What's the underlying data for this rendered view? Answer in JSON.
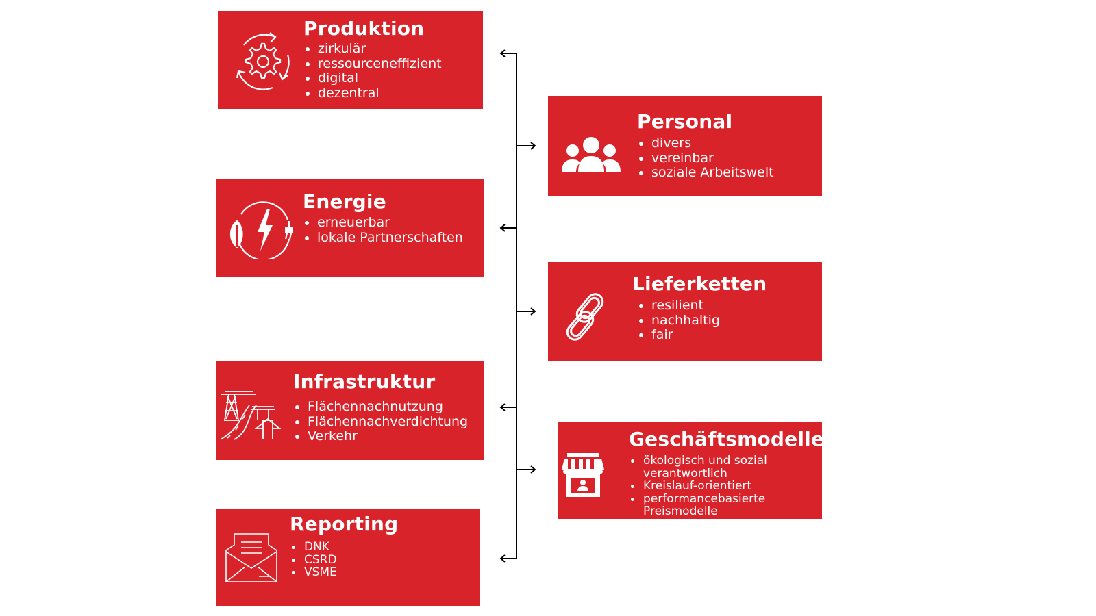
{
  "boxes": {
    "produktion": {
      "title": "Produktion",
      "icon": "circular-gear-icon",
      "items": [
        "zirkulär",
        "ressourceneffizient",
        "digital",
        "dezentral"
      ]
    },
    "energie": {
      "title": "Energie",
      "icon": "renewable-energy-icon",
      "items": [
        "erneuerbar",
        "lokale Partnerschaften"
      ]
    },
    "infrastruktur": {
      "title": "Infrastruktur",
      "icon": "infrastructure-icon",
      "items": [
        "Flächennachnutzung",
        "Flächennachverdichtung",
        "Verkehr"
      ]
    },
    "reporting": {
      "title": "Reporting",
      "icon": "envelope-report-icon",
      "items": [
        "DNK",
        "CSRD",
        "VSME"
      ]
    },
    "personal": {
      "title": "Personal",
      "icon": "people-group-icon",
      "items": [
        "divers",
        "vereinbar",
        "soziale Arbeitswelt"
      ]
    },
    "lieferketten": {
      "title": "Lieferketten",
      "icon": "chain-link-icon",
      "items": [
        "resilient",
        "nachhaltig",
        "fair"
      ]
    },
    "geschaeftsmodelle": {
      "title": "Geschäftsmodelle",
      "icon": "storefront-icon",
      "items": [
        "ökologisch und sozial verantwortlich",
        "Kreislauf-orientiert",
        "performancebasierte Preismodelle"
      ]
    }
  },
  "colors": {
    "box": "#d9232b",
    "text": "#ffffff",
    "connector": "#000000"
  }
}
